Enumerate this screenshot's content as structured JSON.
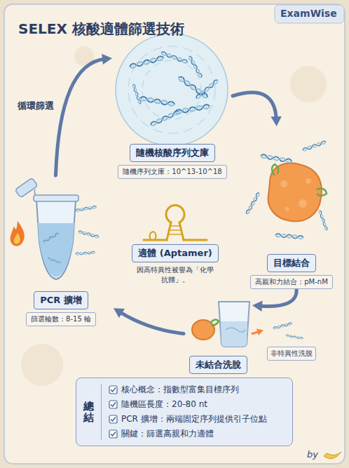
{
  "diagram": {
    "title": "SELEX 核酸適體篩選技術",
    "nodes": [
      {
        "text": [
          "隨機核酸序列文庫",
          "隨機序列文庫：10^13-10^18"
        ]
      },
      {
        "text": [
          "目標結合",
          "高親和力結合：pM-nM"
        ]
      },
      {
        "text": [
          "適體 (Aptamer)",
          "因高特異性被譽為「化學抗體」。"
        ]
      },
      {
        "text": [
          "PCR 擴增",
          "篩選輪數：8-15 輪"
        ]
      },
      {
        "text": [
          "未結合洗脫"
        ]
      },
      {
        "text": [
          "非特異性洗脫"
        ]
      },
      {
        "text": [
          "總結",
          "核心概念：指數型富集目標序列",
          "隨機區長度：20-80 nt",
          "PCR 擴增：兩端固定序列提供引子位點",
          "關鍵：篩選高親和力適體"
        ]
      }
    ],
    "edges": [
      {
        "from": 0,
        "to": 1,
        "arrow": "to"
      },
      {
        "from": 1,
        "to": 4,
        "arrow": "to"
      },
      {
        "from": 4,
        "to": 3,
        "arrow": "to"
      },
      {
        "from": 3,
        "to": 0,
        "label": "循環篩選",
        "arrow": "to"
      },
      {
        "from": 4,
        "to": 5,
        "arrow": "to"
      }
    ],
    "labels": [
      "ExamWise",
      "by"
    ]
  }
}
